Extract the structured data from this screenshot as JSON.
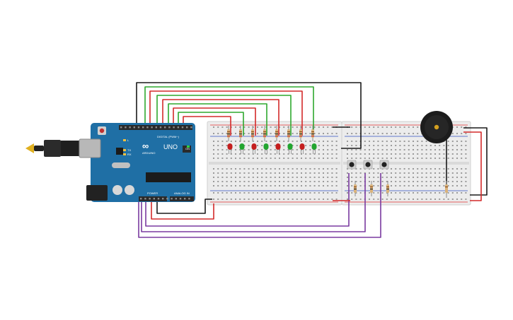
{
  "arduino": {
    "brand": "ARDUINO",
    "model": "UNO",
    "digital_label": "DIGITAL (PWM~)",
    "power_label": "POWER",
    "analog_label": "ANALOG IN",
    "on_label": "ON",
    "tx_label": "TX",
    "rx_label": "RX",
    "l_label": "L",
    "board_color": "#1f6fa5",
    "header_color": "#2a2a2a"
  },
  "colors": {
    "wire_red": "#d42a2a",
    "wire_black": "#1a1a1a",
    "wire_green": "#2fa82f",
    "wire_purple": "#7a3aa0",
    "led_red": "#c41e1e",
    "led_green": "#22a52f",
    "resistor_body": "#d9b27a",
    "breadboard": "#ececec",
    "rail_red": "#e03030",
    "rail_blue": "#3050c0",
    "buzzer": "#1c1c1c",
    "button_cap": "#222222"
  },
  "components": {
    "leds": [
      "red",
      "green",
      "red",
      "green",
      "red",
      "green",
      "red",
      "green"
    ],
    "buttons": 3,
    "buzzer": 1
  }
}
